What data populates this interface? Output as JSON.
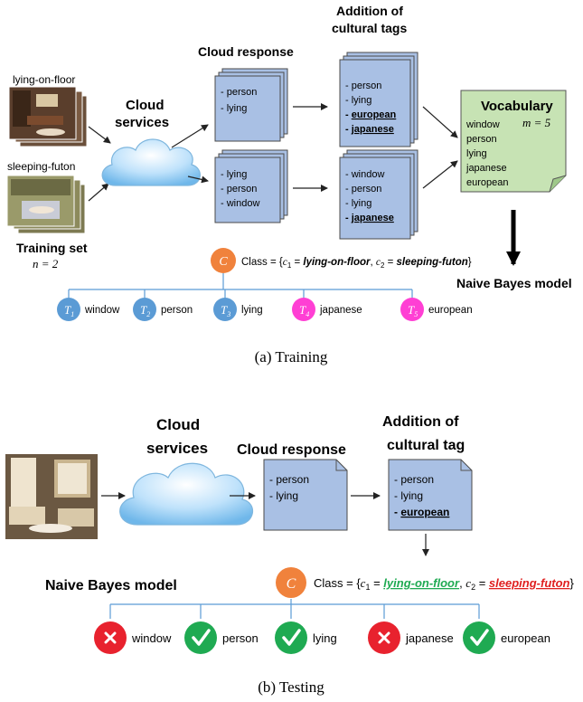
{
  "training": {
    "img1_label": "lying-on-floor",
    "img2_label": "sleeping-futon",
    "training_set_label": "Training set",
    "n_eq": "n = 2",
    "cloud_services_line1": "Cloud",
    "cloud_services_line2": "services",
    "cloud_response_title": "Cloud response",
    "cultural_tags_title_line1": "Addition of",
    "cultural_tags_title_line2": "cultural tags",
    "resp1": [
      "- person",
      "- lying"
    ],
    "resp2": [
      "- lying",
      "- person",
      "- window"
    ],
    "tags1": [
      "- person",
      "- lying"
    ],
    "tags1_bold": [
      "european",
      "japanese"
    ],
    "tags2": [
      "- window",
      "- person",
      "- lying"
    ],
    "tags2_bold": [
      "japanese"
    ],
    "vocabulary": {
      "title": "Vocabulary",
      "m_eq": "m = 5",
      "words": [
        "window",
        "person",
        "lying",
        "japanese",
        "european"
      ]
    },
    "naive_bayes_label": "Naive Bayes model",
    "class_node": "C",
    "class_prefix": "Class = {",
    "c1": "c",
    "c1_sub": "1",
    "c1_val": "lying-on-floor",
    "c2": "c",
    "c2_sub": "2",
    "c2_val": "sleeping-futon",
    "class_suffix": "}",
    "nodes": [
      {
        "letter": "T",
        "sub": "1",
        "label": "window",
        "color": "#5b9bd5"
      },
      {
        "letter": "T",
        "sub": "2",
        "label": "person",
        "color": "#5b9bd5"
      },
      {
        "letter": "T",
        "sub": "3",
        "label": "lying",
        "color": "#5b9bd5"
      },
      {
        "letter": "T",
        "sub": "4",
        "label": "japanese",
        "color": "#ff3fd4"
      },
      {
        "letter": "T",
        "sub": "5",
        "label": "european",
        "color": "#ff3fd4"
      }
    ],
    "caption": "(a)  Training"
  },
  "testing": {
    "cloud_services_line1": "Cloud",
    "cloud_services_line2": "services",
    "cloud_response_title": "Cloud response",
    "cultural_tag_title_line1": "Addition of",
    "cultural_tag_title_line2": "cultural tag",
    "resp": [
      "- person",
      "- lying"
    ],
    "tags": [
      "- person",
      "- lying"
    ],
    "tags_bold": [
      "european"
    ],
    "naive_bayes_label": "Naive Bayes model",
    "class_node": "C",
    "class_prefix": "Class = {",
    "c1": "c",
    "c1_sub": "1",
    "c1_val": "lying-on-floor",
    "c2": "c",
    "c2_sub": "2",
    "c2_val": "sleeping-futon",
    "class_suffix": "}",
    "results": [
      {
        "label": "window",
        "ok": false
      },
      {
        "label": "person",
        "ok": true
      },
      {
        "label": "lying",
        "ok": true
      },
      {
        "label": "japanese",
        "ok": false
      },
      {
        "label": "european",
        "ok": true
      }
    ],
    "caption": "(b)  Testing"
  },
  "colors": {
    "doc_fill": "#a9c0e4",
    "doc_stroke": "#4a4a4a",
    "vocab_fill": "#c7e3b4",
    "class_node": "#f0823c",
    "ok": "#1faa52",
    "fail": "#e8222e",
    "green_text": "#1faa52",
    "red_text": "#e02020"
  }
}
